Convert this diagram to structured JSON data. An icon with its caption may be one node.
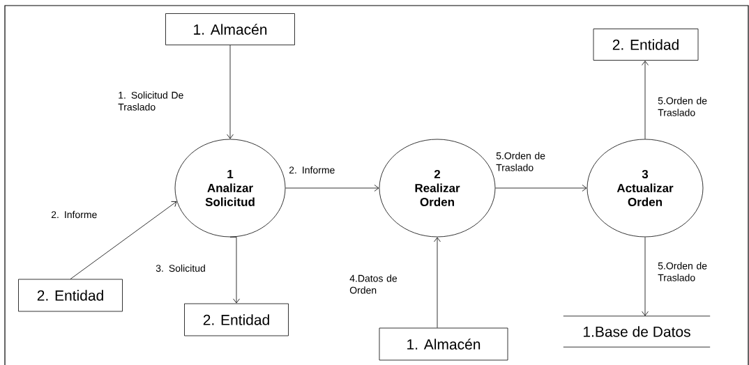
{
  "diagram": {
    "nodes": [
      {
        "text": [
          "1. Almacén"
        ]
      },
      {
        "text": [
          "1",
          "Analizar Solicitud"
        ]
      },
      {
        "text": [
          "2. Entidad"
        ]
      },
      {
        "text": [
          "2. Entidad"
        ]
      },
      {
        "text": [
          "2",
          "Realizar Orden"
        ]
      },
      {
        "text": [
          "1. Almacén"
        ]
      },
      {
        "text": [
          "3",
          "Actualizar Orden"
        ]
      },
      {
        "text": [
          "2. Entidad"
        ]
      },
      {
        "text": [
          "1.Base de Datos"
        ]
      }
    ],
    "edges": [
      {
        "from": 0,
        "to": 1,
        "arrow": "to",
        "label": "1. Solicitud De Traslado"
      },
      {
        "from": 2,
        "to": 1,
        "arrow": "to",
        "label": "2. Informe"
      },
      {
        "from": 1,
        "to": 3,
        "arrow": "to",
        "label": "3. Solicitud"
      },
      {
        "from": 1,
        "to": 4,
        "arrow": "to",
        "label": "2. Informe"
      },
      {
        "from": 5,
        "to": 4,
        "arrow": "to",
        "label": "4.Datos de Orden"
      },
      {
        "from": 4,
        "to": 6,
        "arrow": "to",
        "label": "5.Orden de Traslado"
      },
      {
        "from": 6,
        "to": 7,
        "arrow": "to",
        "label": "5.Orden de Traslado"
      },
      {
        "from": 6,
        "to": 8,
        "arrow": "to",
        "label": "5.Orden de Traslado"
      }
    ]
  }
}
